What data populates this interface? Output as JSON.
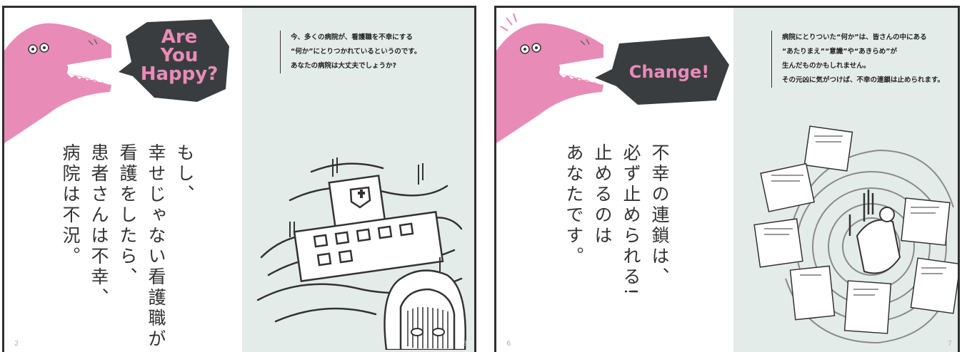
{
  "spread_1": {
    "bubble_lines": [
      "Are",
      "You",
      "Happy?"
    ],
    "vertical_lines": [
      "もし、",
      "幸せじゃない看護職が",
      "看護をしたら、",
      "患者さんは不幸、",
      "病院は不況。"
    ],
    "quote_lines": [
      "今、多くの病院が、看護職を不幸にする",
      "“何か”にとりつかれているというのです。",
      "あなたの病院は大丈夫でしょうか?"
    ],
    "page_left": "2",
    "page_right": "3"
  },
  "spread_2": {
    "bubble_lines": [
      "Change!"
    ],
    "vertical_lines": [
      "不幸の連鎖は、",
      "必ず止められる!",
      "止めるのは",
      "あなたです。"
    ],
    "quote_lines": [
      "病院にとりついた“何か”は、皆さんの中にある",
      "“あたりまえ”“意識”や“あきらめ”が",
      "生んだものかもしれません。",
      "その元凶に気がつけば、不幸の連鎖は止められます。"
    ],
    "page_left": "6",
    "page_right": "7"
  },
  "colors": {
    "dino_pink": "#e98bb7",
    "bubble_dark": "#3a3d40",
    "panel_gray": "#e4ecea"
  }
}
